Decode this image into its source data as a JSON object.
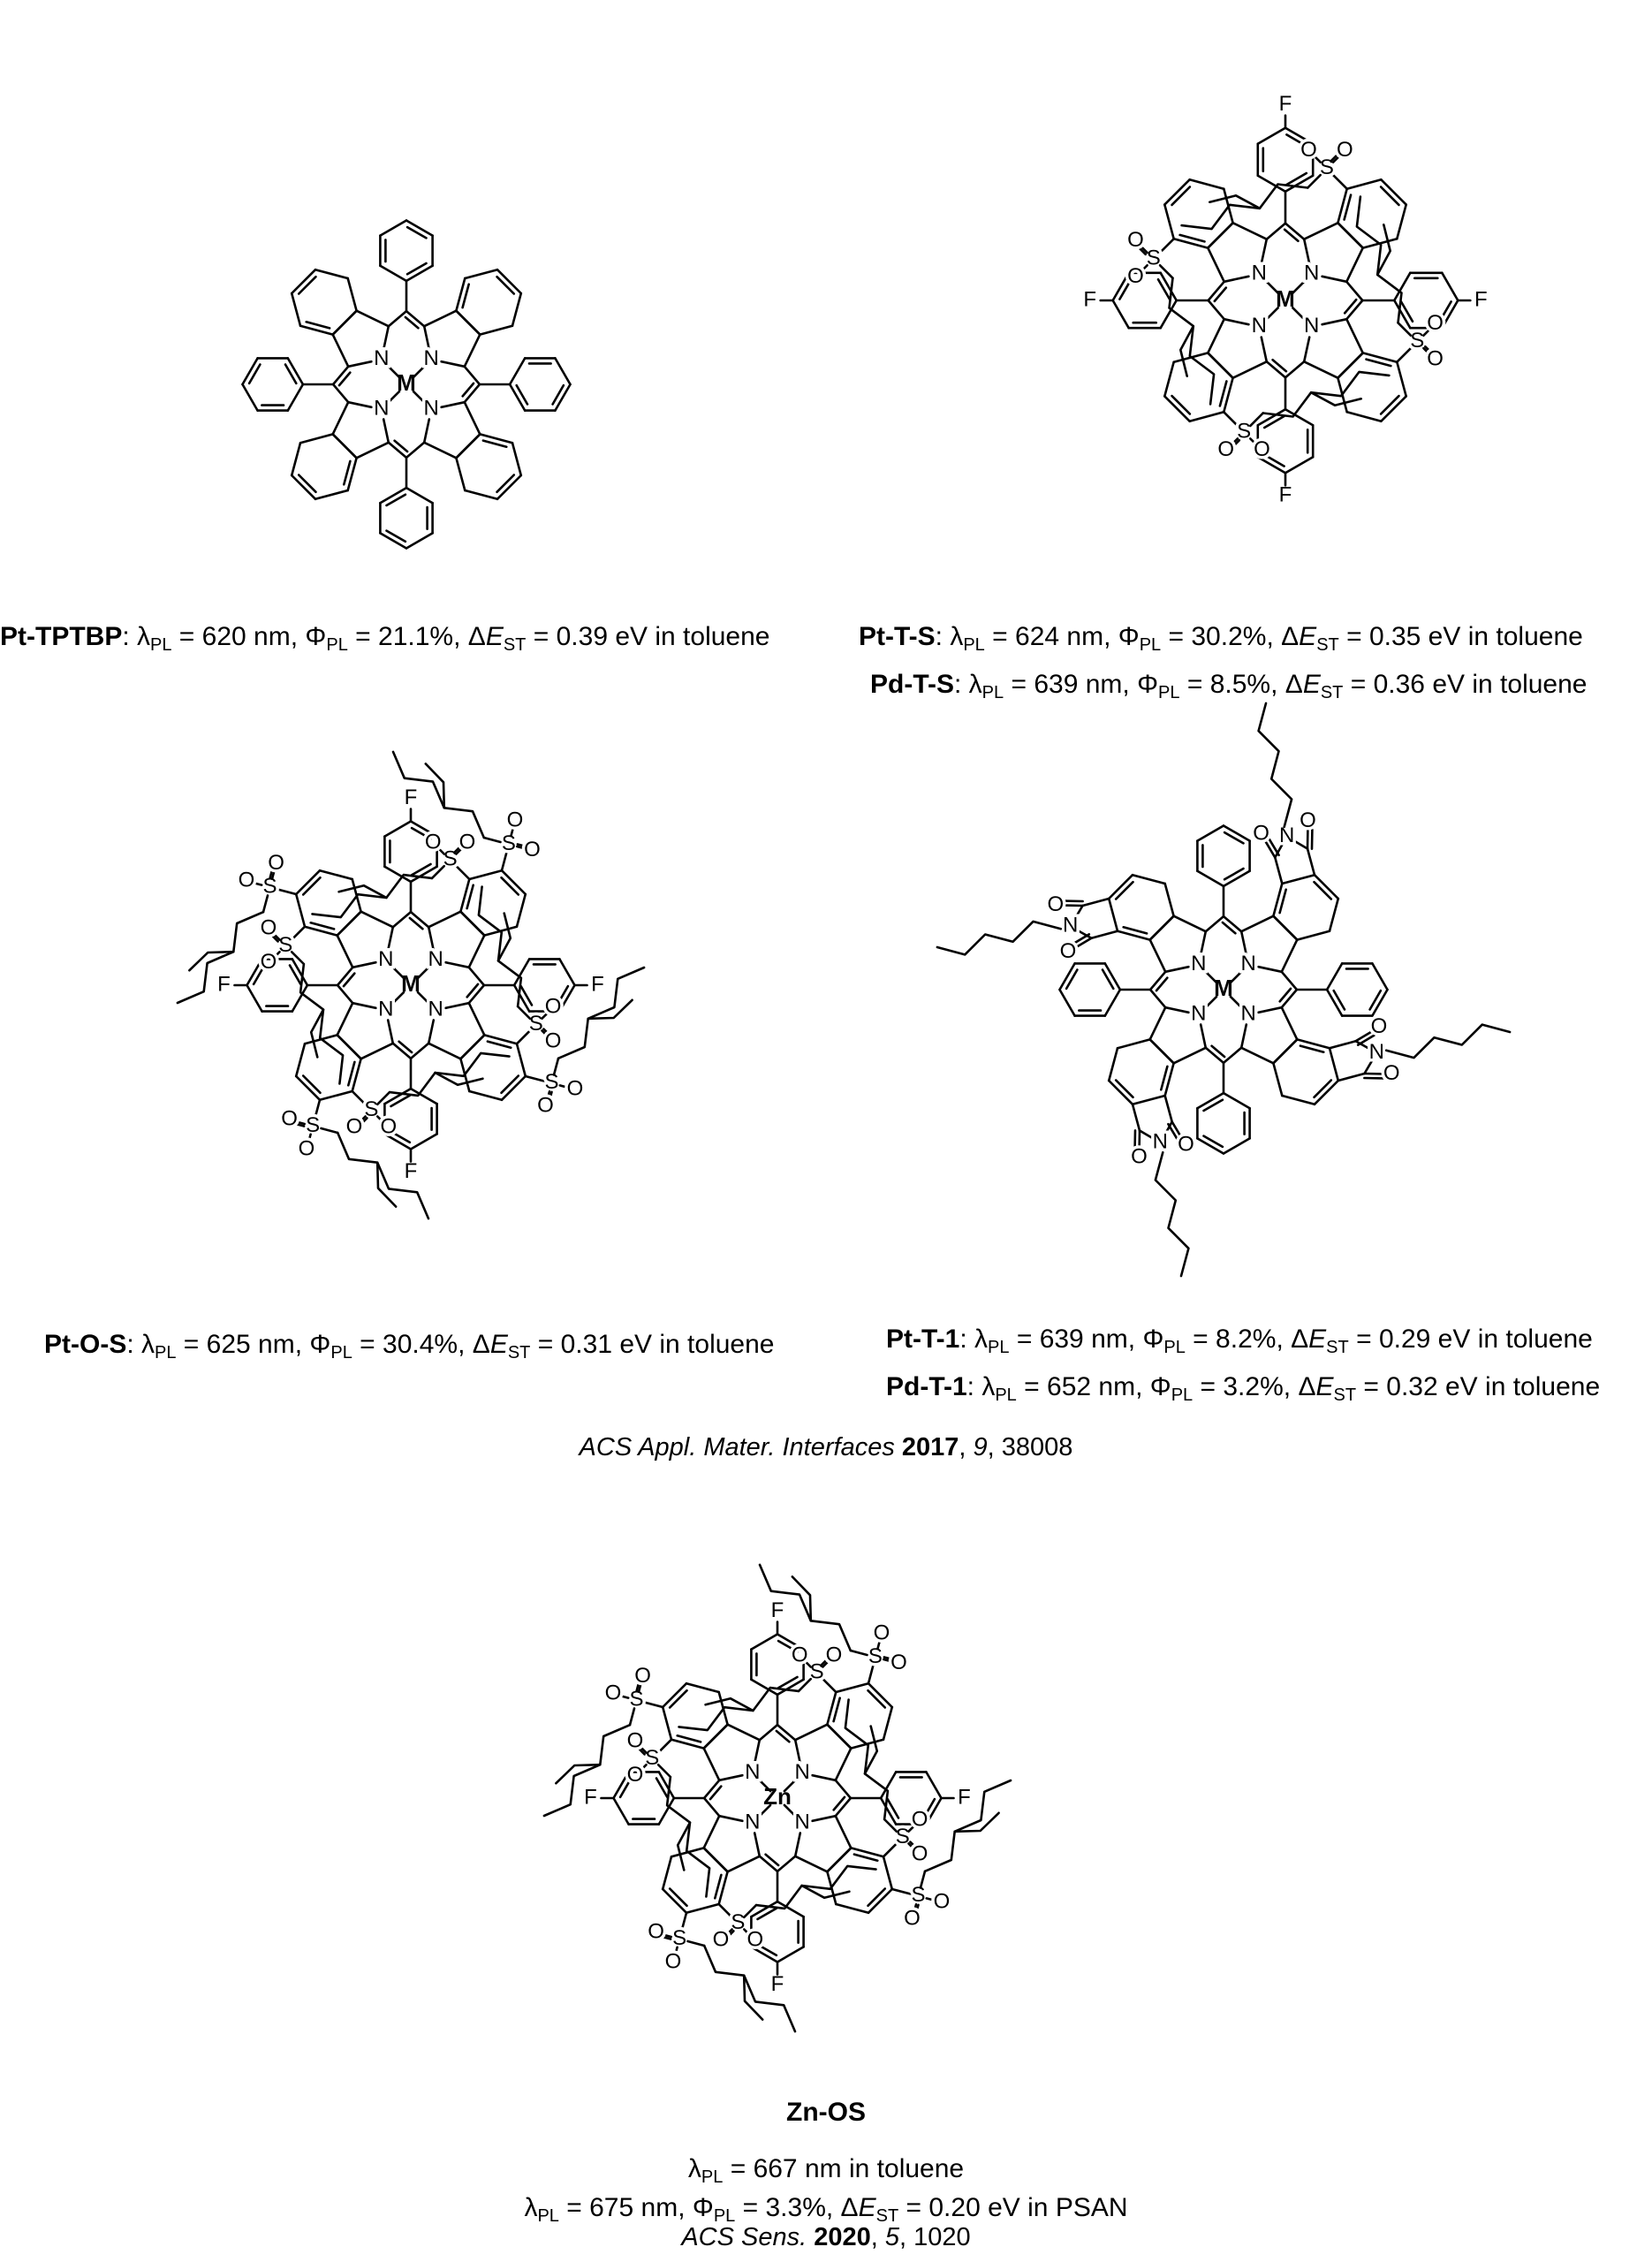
{
  "compounds": {
    "pt_tptbp": {
      "metal": "M",
      "caption": {
        "name": "Pt-TPTBP",
        "lambda": "620 nm",
        "phi": "21.1%",
        "dest": "0.39 eV",
        "medium": "in toluene"
      }
    },
    "pt_t_s": {
      "metal": "M",
      "captions": [
        {
          "name": "Pt-T-S",
          "lambda": "624 nm",
          "phi": "30.2%",
          "dest": "0.35 eV",
          "medium": "in toluene"
        },
        {
          "name": "Pd-T-S",
          "lambda": "639 nm",
          "phi": "8.5%",
          "dest": "0.36 eV",
          "medium": "in toluene"
        }
      ]
    },
    "pt_o_s": {
      "metal": "M",
      "caption": {
        "name": "Pt-O-S",
        "lambda": "625 nm",
        "phi": "30.4%",
        "dest": "0.31 eV",
        "medium": "in toluene"
      }
    },
    "pt_t_1": {
      "metal": "M",
      "captions": [
        {
          "name": "Pt-T-1",
          "lambda": "639 nm",
          "phi": "8.2%",
          "dest": "0.29 eV",
          "medium": "in toluene"
        },
        {
          "name": "Pd-T-1",
          "lambda": "652 nm",
          "phi": "3.2%",
          "dest": "0.32 eV",
          "medium": "in toluene"
        }
      ]
    },
    "zn_os": {
      "metal": "Zn",
      "name": "Zn-OS",
      "line1": {
        "lambda": "667 nm",
        "medium": "in toluene"
      },
      "line2": {
        "lambda": "675 nm",
        "phi": "3.3%",
        "dest": "0.20 eV",
        "medium": "in PSAN"
      }
    }
  },
  "atoms": {
    "nitrogen": "N",
    "fluorine": "F",
    "sulfur": "S",
    "oxygen": "O"
  },
  "symbols": {
    "lambda": "λ",
    "lambda_sub": "PL",
    "phi": "Φ",
    "phi_sub": "PL",
    "delta": "Δ",
    "e": "E",
    "e_sub": "ST",
    "eq": " = ",
    "sep": ", "
  },
  "references": [
    {
      "journal": "ACS Appl. Mater. Interfaces",
      "year": "2017",
      "volume": "9",
      "page": "38008"
    },
    {
      "journal": "ACS Sens.",
      "year": "2020",
      "volume": "5",
      "page": "1020"
    }
  ]
}
